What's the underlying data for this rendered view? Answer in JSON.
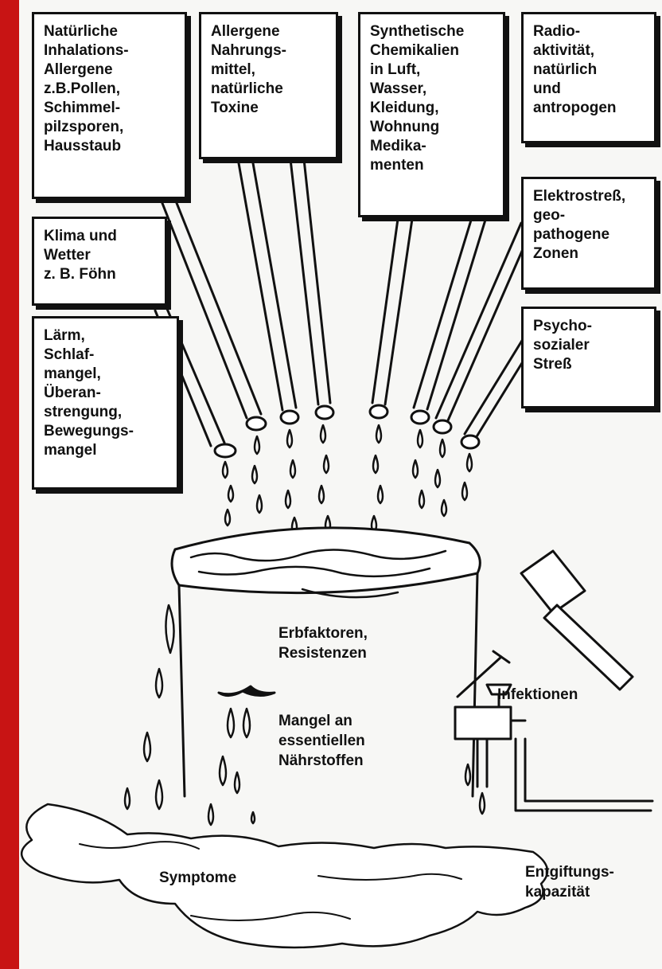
{
  "boxes": {
    "inhalation_allergens": "Natürliche\nInhalations-\nAllergene\nz.B.Pollen,\nSchimmel-\npilzsporen,\nHausstaub",
    "food_allergens": "Allergene\nNahrungs-\nmittel,\nnatürliche\nToxine",
    "synthetic_chemicals": "Synthetische\nChemikalien\nin Luft,\nWasser,\nKleidung,\nWohnung\nMedika-\nmenten",
    "radioactivity": "Radio-\naktivität,\nnatürlich\nund\nantropogen",
    "climate": "Klima und\nWetter\nz. B. Föhn",
    "electrostress": "Elektrostreß,\ngeo-\npathogene\nZonen",
    "noise": "Lärm,\nSchlaf-\nmangel,\nÜberan-\nstrengung,\nBewegungs-\nmangel",
    "psychosocial": "Psycho-\nsozialer\nStreß"
  },
  "labels": {
    "hereditary": "Erbfaktoren,\nResistenzen",
    "nutrients": "Mangel an\nessentiellen\nNährstoffen",
    "infections": "Infektionen",
    "symptoms": "Symptome",
    "detox": "Entgiftungs-\nkapazität"
  },
  "colors": {
    "accent_bar": "#c81414",
    "ink": "#111111"
  }
}
